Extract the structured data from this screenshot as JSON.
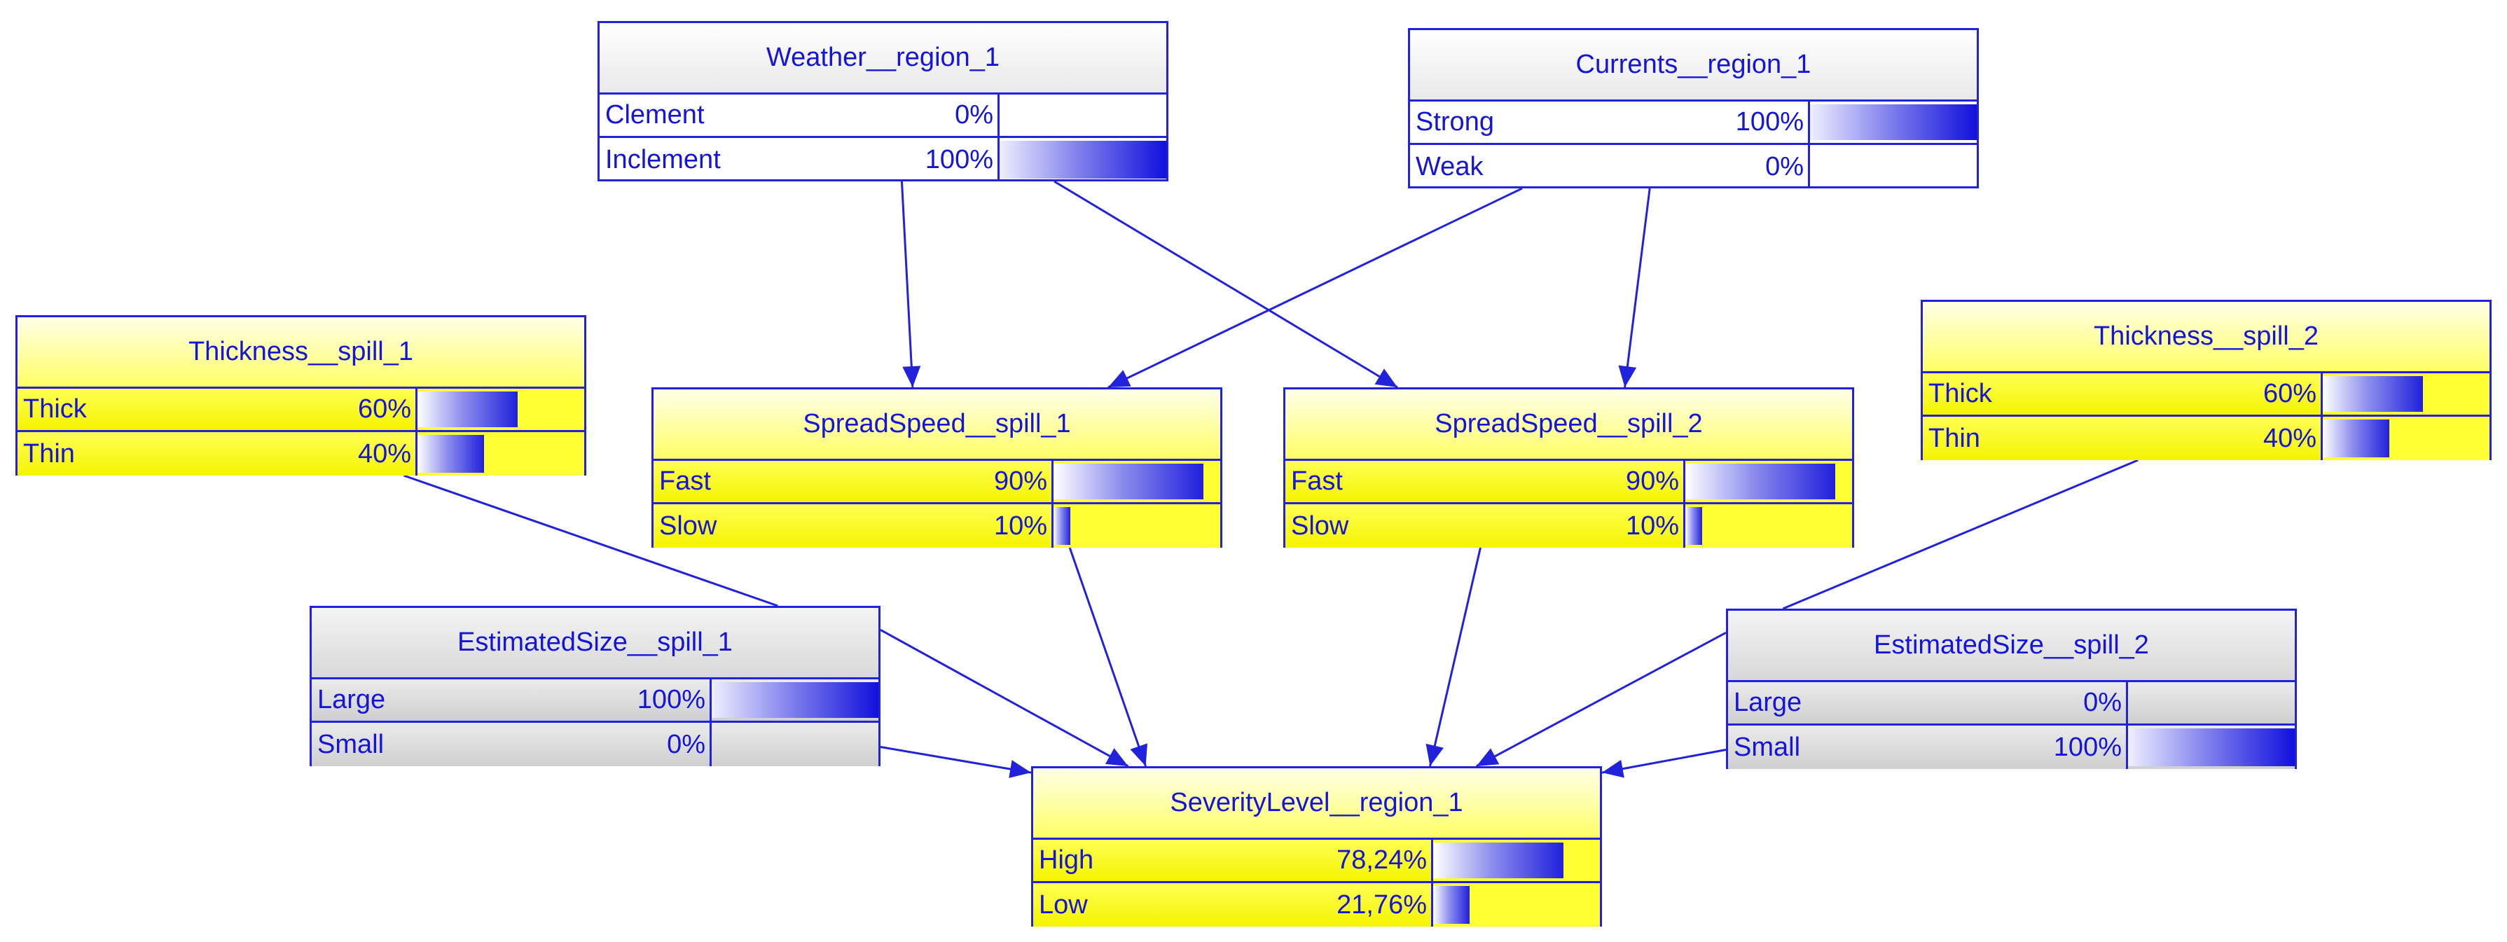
{
  "nodes": {
    "weather": {
      "title": "Weather__region_1",
      "mode": "observed",
      "states": [
        {
          "label": "Clement",
          "pct_text": "0%",
          "value": 0.0
        },
        {
          "label": "Inclement",
          "pct_text": "100%",
          "value": 1.0
        }
      ]
    },
    "currents": {
      "title": "Currents__region_1",
      "mode": "observed",
      "states": [
        {
          "label": "Strong",
          "pct_text": "100%",
          "value": 1.0
        },
        {
          "label": "Weak",
          "pct_text": "0%",
          "value": 0.0
        }
      ]
    },
    "thickness1": {
      "title": "Thickness__spill_1",
      "mode": "inferred",
      "states": [
        {
          "label": "Thick",
          "pct_text": "60%",
          "value": 0.6
        },
        {
          "label": "Thin",
          "pct_text": "40%",
          "value": 0.4
        }
      ]
    },
    "thickness2": {
      "title": "Thickness__spill_2",
      "mode": "inferred",
      "states": [
        {
          "label": "Thick",
          "pct_text": "60%",
          "value": 0.6
        },
        {
          "label": "Thin",
          "pct_text": "40%",
          "value": 0.4
        }
      ]
    },
    "spread1": {
      "title": "SpreadSpeed__spill_1",
      "mode": "inferred",
      "states": [
        {
          "label": "Fast",
          "pct_text": "90%",
          "value": 0.9
        },
        {
          "label": "Slow",
          "pct_text": "10%",
          "value": 0.1
        }
      ]
    },
    "spread2": {
      "title": "SpreadSpeed__spill_2",
      "mode": "inferred",
      "states": [
        {
          "label": "Fast",
          "pct_text": "90%",
          "value": 0.9
        },
        {
          "label": "Slow",
          "pct_text": "10%",
          "value": 0.1
        }
      ]
    },
    "size1": {
      "title": "EstimatedSize__spill_1",
      "mode": "observed",
      "states": [
        {
          "label": "Large",
          "pct_text": "100%",
          "value": 1.0
        },
        {
          "label": "Small",
          "pct_text": "0%",
          "value": 0.0
        }
      ]
    },
    "size2": {
      "title": "EstimatedSize__spill_2",
      "mode": "observed",
      "states": [
        {
          "label": "Large",
          "pct_text": "0%",
          "value": 0.0
        },
        {
          "label": "Small",
          "pct_text": "100%",
          "value": 1.0
        }
      ]
    },
    "severity": {
      "title": "SeverityLevel__region_1",
      "mode": "inferred",
      "states": [
        {
          "label": "High",
          "pct_text": "78,24%",
          "value": 0.7824
        },
        {
          "label": "Low",
          "pct_text": "21,76%",
          "value": 0.2176
        }
      ]
    }
  },
  "edges": [
    {
      "from": "weather",
      "to": "spread1",
      "arrow": true
    },
    {
      "from": "weather",
      "to": "spread2",
      "arrow": true
    },
    {
      "from": "currents",
      "to": "spread1",
      "arrow": true
    },
    {
      "from": "currents",
      "to": "spread2",
      "arrow": true
    },
    {
      "from": "thickness1",
      "to": "size1",
      "arrow": false
    },
    {
      "from": "thickness2",
      "to": "size2",
      "arrow": false
    },
    {
      "from": "spread1",
      "to": "severity",
      "arrow": true
    },
    {
      "from": "spread2",
      "to": "severity",
      "arrow": true
    },
    {
      "from": "size1",
      "to": "severity",
      "arrow": true,
      "port": 1
    },
    {
      "from": "size1",
      "to": "severity",
      "arrow": true,
      "port": 2
    },
    {
      "from": "size2",
      "to": "severity",
      "arrow": true,
      "port": 1
    },
    {
      "from": "size2",
      "to": "severity",
      "arrow": true,
      "port": 2
    }
  ],
  "colors": {
    "border": "#2222dd",
    "text": "#1515d8",
    "inferred_fill": "#ffff33",
    "observed_fill": "#d8d8d8",
    "bar_end": "#1111dd"
  }
}
